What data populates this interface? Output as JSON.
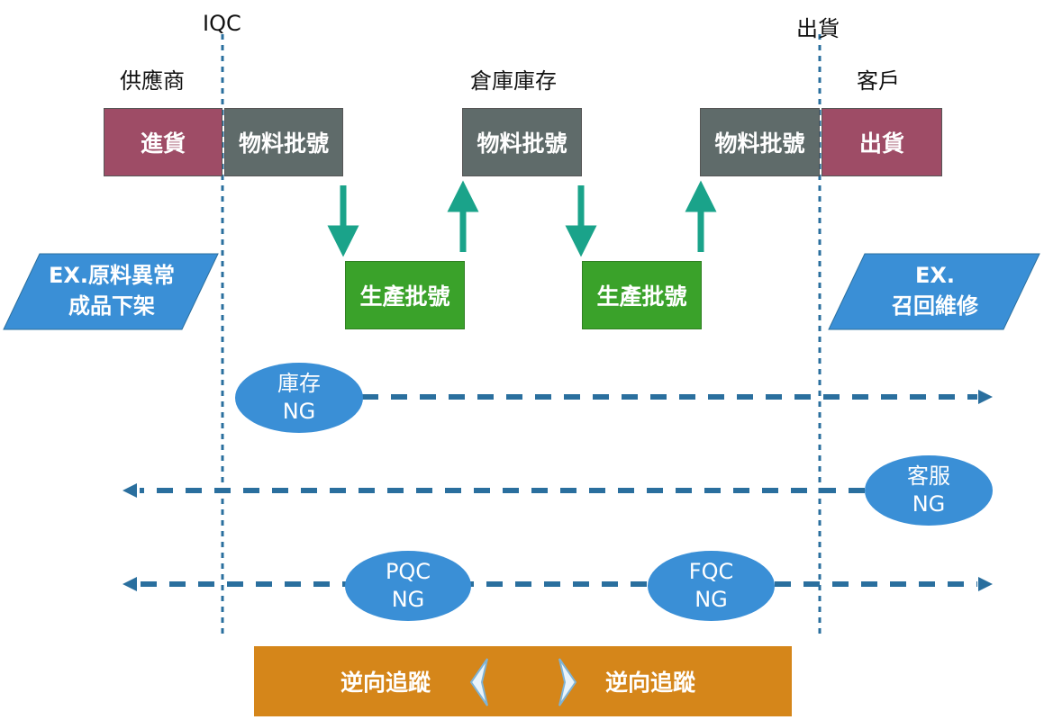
{
  "lines": {
    "iqc": "IQC",
    "ship": "出貨"
  },
  "columns": {
    "supplier": "供應商",
    "warehouse": "倉庫庫存",
    "customer": "客戶"
  },
  "boxes": {
    "incoming": "進貨",
    "material_lot_1": "物料批號",
    "material_lot_2": "物料批號",
    "material_lot_3": "物料批號",
    "outgoing": "出貨",
    "production_lot_1": "生產批號",
    "production_lot_2": "生產批號"
  },
  "examples": {
    "left_line1": "EX.原料異常",
    "left_line2": "成品下架",
    "right_line1": "EX.",
    "right_line2": "召回維修"
  },
  "ng": {
    "inventory_line1": "庫存",
    "inventory_line2": "NG",
    "service_line1": "客服",
    "service_line2": "NG",
    "pqc_line1": "PQC",
    "pqc_line2": "NG",
    "fqc_line1": "FQC",
    "fqc_line2": "NG"
  },
  "trace": {
    "left": "逆向追蹤",
    "right": "逆向追蹤"
  },
  "colors": {
    "maroon": "#9e4c66",
    "gray": "#5f6b6a",
    "green": "#3aa22a",
    "teal_arrow": "#1aa38a",
    "blue": "#3a8fd6",
    "dash": "#2a6f9e",
    "orange": "#d5861a"
  }
}
